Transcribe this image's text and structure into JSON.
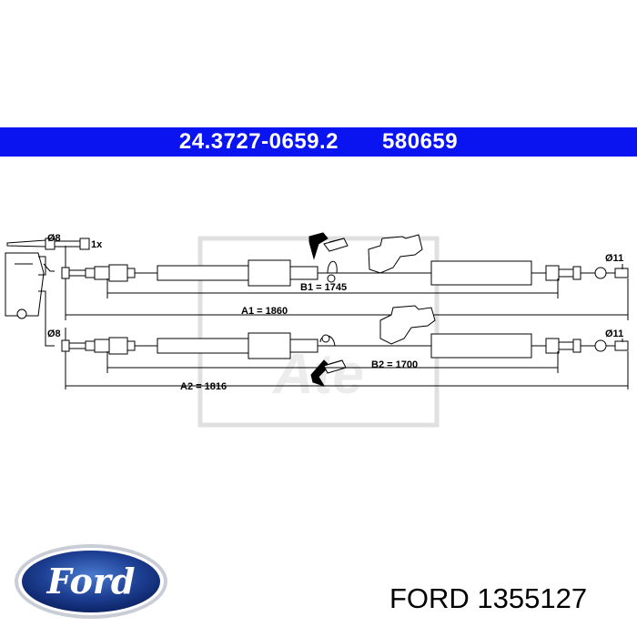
{
  "header": {
    "part_number": "24.3727-0659.2",
    "code": "580659",
    "bar_color": "#0a14f0"
  },
  "diagram": {
    "quantity_label": "1x",
    "diameter_left_top": "Ø8",
    "diameter_left_bottom": "Ø8",
    "diameter_right_top": "Ø11",
    "diameter_right_bottom": "Ø11",
    "dim_b1": "B1 = 1745",
    "dim_a1": "A1 = 1860",
    "dim_b2": "B2 = 1700",
    "dim_a2": "A2 = 1816",
    "watermark_text": "Ate"
  },
  "footer": {
    "brand_logo_text": "Ford",
    "reference": "FORD 1355127"
  }
}
